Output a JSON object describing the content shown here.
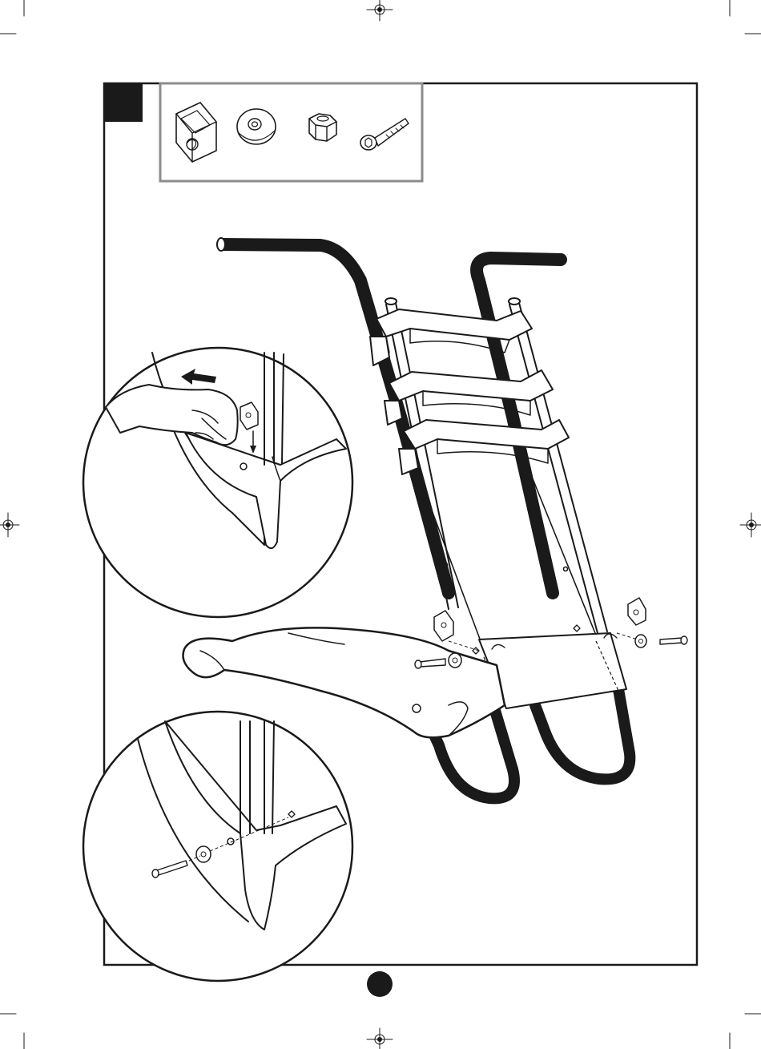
{
  "colors": {
    "ink": "#1a1a1a",
    "paper": "#ffffff",
    "parts_box_border": "#8c8c8c",
    "step_badge": "#1a1a1a",
    "page_dot": "#1a1a1a"
  },
  "step": {
    "badge_icon": "filled-square-step-badge"
  },
  "parts": [
    {
      "icon": "square-nut-insert-icon"
    },
    {
      "icon": "washer-icon"
    },
    {
      "icon": "hex-lock-nut-icon"
    },
    {
      "icon": "hex-socket-bolt-icon"
    }
  ],
  "detail_views": [
    {
      "icon": "hand-inserting-square-nut-detail"
    },
    {
      "icon": "bolt-insertion-detail"
    }
  ],
  "main_view": {
    "icon": "wheelbarrow-frame-assembly-drawing"
  },
  "page_number_marker": {
    "icon": "filled-circle-page-marker"
  },
  "print_marks": {
    "icon": "registration-crosshair-icon"
  }
}
